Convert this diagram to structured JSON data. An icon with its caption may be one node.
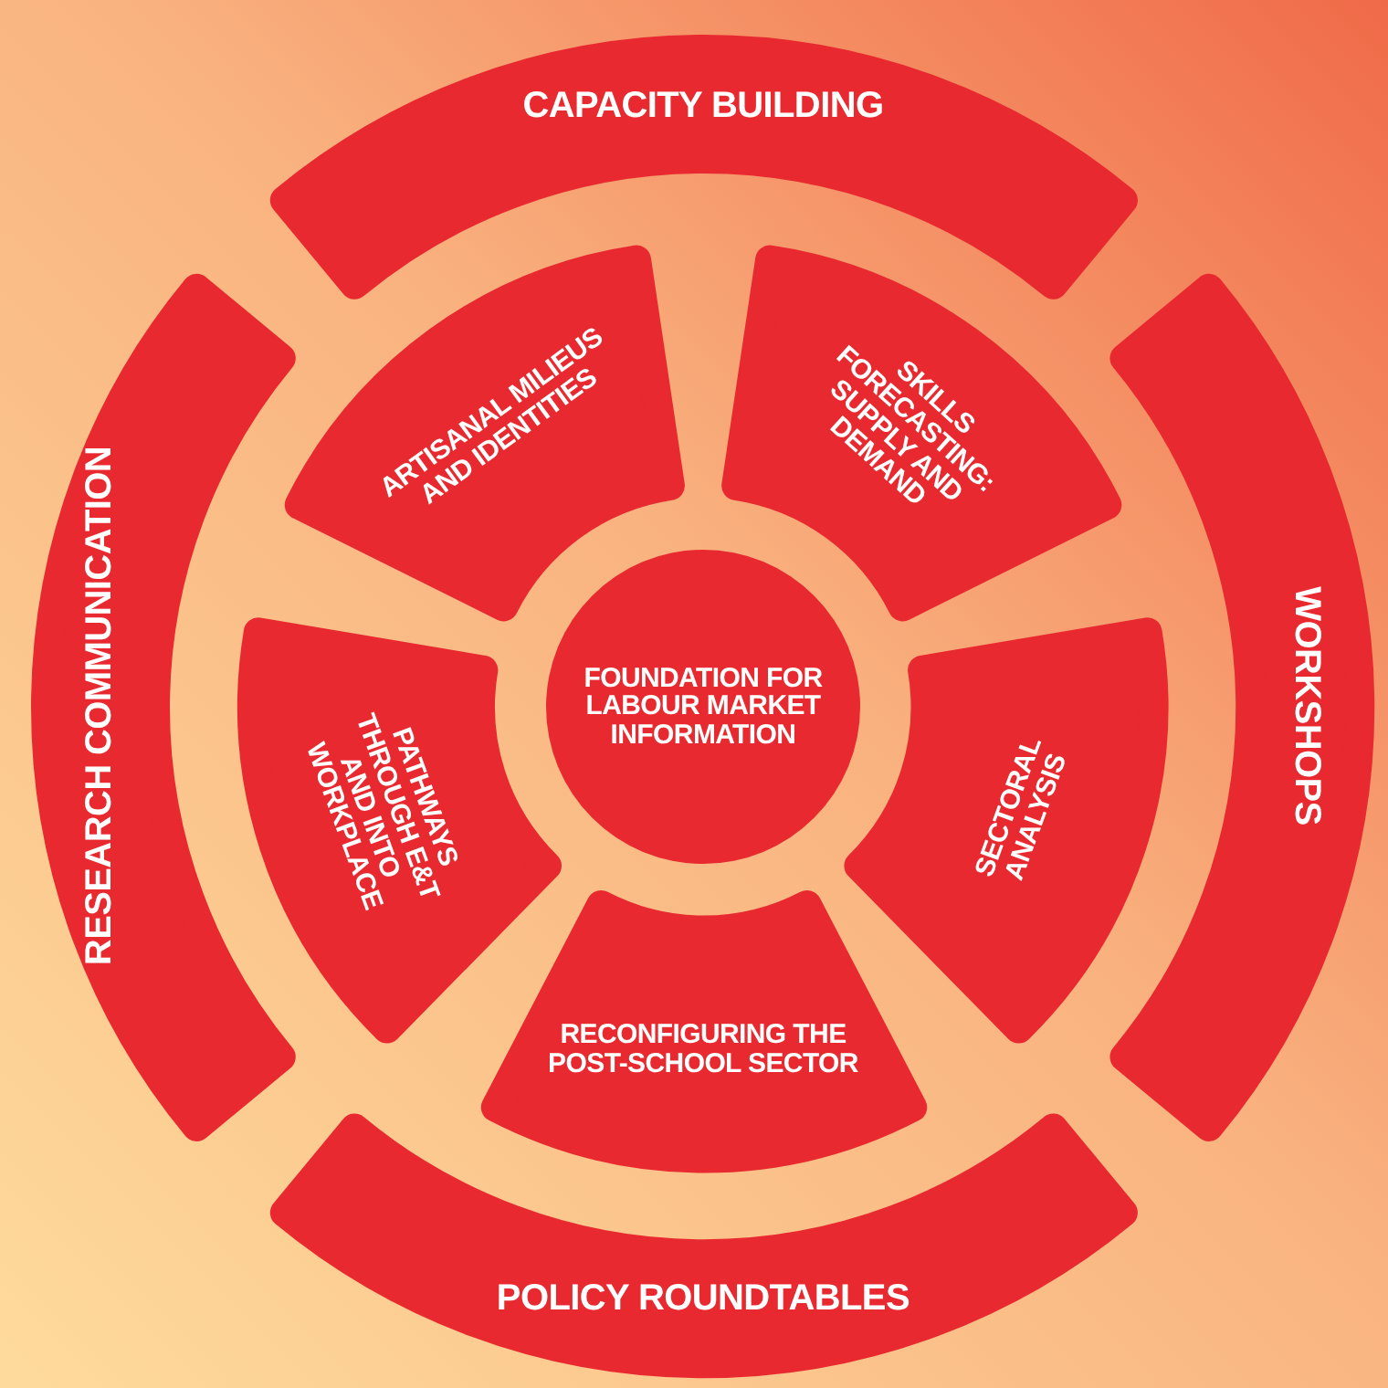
{
  "diagram": {
    "nodes": [
      {
        "text": [
          "CAPACITY BUILDING"
        ]
      },
      {
        "text": [
          "RESEARCH COMMUNICATION"
        ]
      },
      {
        "text": [
          "ARTISANAL MILIEUS AND IDENTITIES"
        ]
      },
      {
        "text": [
          "SKILLS FORECASTING: SUPPLY AND DEMAND"
        ]
      },
      {
        "text": [
          "FOUNDATION FOR LABOUR MARKET INFORMATION"
        ]
      },
      {
        "text": [
          "WORKSHOPS"
        ]
      },
      {
        "text": [
          "PATHWAYS THROUGH E&T AND INTO WORKPLACE"
        ]
      },
      {
        "text": [
          "SECTORAL ANALYSIS"
        ]
      },
      {
        "text": [
          "RECONFIGURING THE POST-SCHOOL SECTOR"
        ]
      },
      {
        "text": [
          "POLICY ROUNDTABLES"
        ]
      }
    ]
  }
}
